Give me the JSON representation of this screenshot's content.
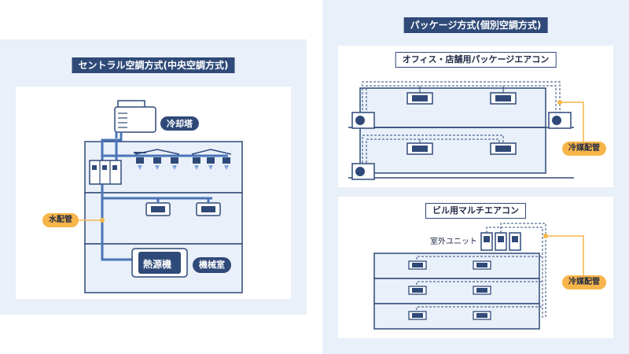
{
  "left": {
    "title": "セントラル空調方式(中央空調方式)",
    "cooling_tower_label": "冷却塔",
    "heat_source_label": "熱源機",
    "machine_room_label": "機械室",
    "water_pipe_label": "水配管"
  },
  "right": {
    "title": "パッケージ方式(個別空調方式)",
    "office": {
      "title": "オフィス・店舗用パッケージエアコン",
      "refrigerant_label": "冷媒配管"
    },
    "building": {
      "title": "ビル用マルチエアコン",
      "outdoor_unit_label": "室外ユニット",
      "refrigerant_label": "冷媒配管"
    }
  },
  "colors": {
    "panel_bg": "#e9f0fa",
    "navy": "#2f4a78",
    "pipe_blue": "#4a74b8",
    "orange": "#f7b54a"
  }
}
